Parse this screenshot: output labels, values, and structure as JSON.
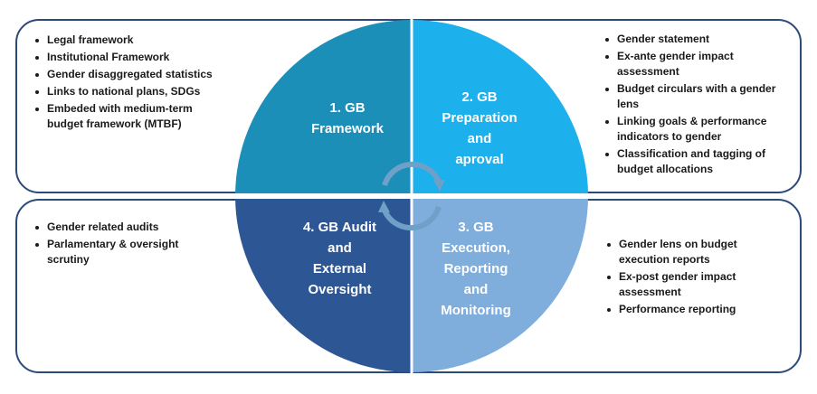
{
  "quadrants": {
    "q1": {
      "label": "1. GB\nFramework",
      "color": "#1b8fb8"
    },
    "q2": {
      "label": "2. GB\nPreparation\nand\naproval",
      "color": "#1cb0ec"
    },
    "q3": {
      "label": "3. GB\nExecution,\nReporting\nand\nMonitoring",
      "color": "#7faddc"
    },
    "q4": {
      "label": "4. GB Audit\nand\nExternal\nOversight",
      "color": "#2d5694"
    }
  },
  "framework_items": [
    "Legal framework",
    "Institutional Framework",
    "Gender disaggregated statistics",
    "Links to national plans, SDGs",
    "Embeded with medium-term budget framework (MTBF)"
  ],
  "preparation_items": [
    "Gender statement",
    "Ex-ante gender impact assessment",
    "Budget circulars with a gender lens",
    "Linking goals & performance indicators to gender",
    "Classification and tagging of budget allocations"
  ],
  "audit_items": [
    "Gender related audits",
    "Parlamentary & oversight scrutiny"
  ],
  "execution_items": [
    "Gender lens on budget execution reports",
    "Ex-post gender impact assessment",
    "Performance reporting"
  ],
  "colors": {
    "border": "#2b4a7a",
    "arrow": "#6fa0c8"
  }
}
